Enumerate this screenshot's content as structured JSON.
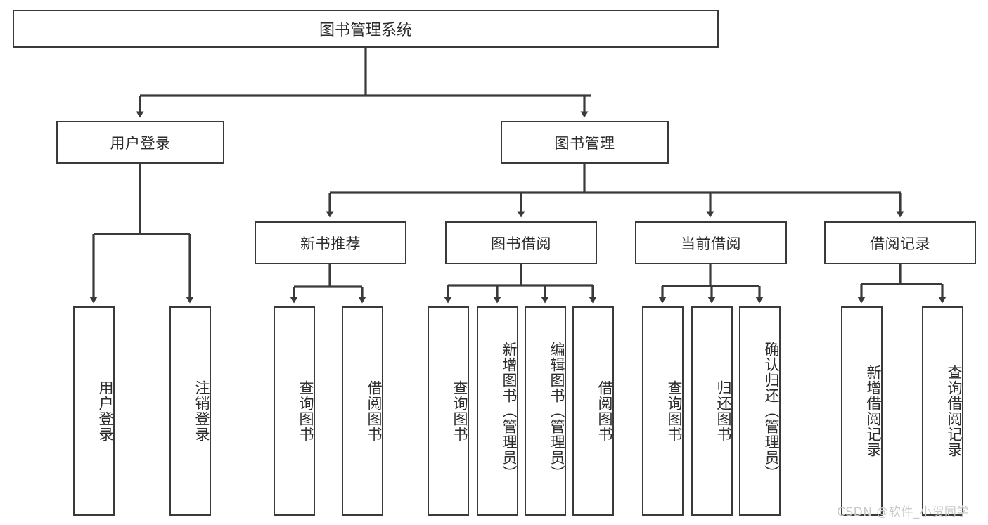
{
  "diagram": {
    "type": "hierarchy-tree",
    "title": "图书管理系统",
    "watermark": "CSDN @软件_小贺同学",
    "colors": {
      "stroke": "#3a3a3a",
      "fill": "#ffffff",
      "text": "#2b2b2b",
      "watermark": "#c9c9c9"
    },
    "levels": {
      "root": "图书管理系统",
      "level2": [
        "用户登录",
        "图书管理"
      ],
      "level3": [
        "新书推荐",
        "图书借阅",
        "当前借阅",
        "借阅记录"
      ]
    },
    "nodes": {
      "root": {
        "label": "图书管理系统"
      },
      "user_login": {
        "label": "用户登录"
      },
      "book_manage": {
        "label": "图书管理"
      },
      "new_book_rec": {
        "label": "新书推荐"
      },
      "book_borrow": {
        "label": "图书借阅"
      },
      "current_borrow": {
        "label": "当前借阅"
      },
      "borrow_record": {
        "label": "借阅记录"
      },
      "leaf_user_login": {
        "label": "用户登录"
      },
      "leaf_user_logout": {
        "label": "注销登录"
      },
      "leaf_rec_query": {
        "label": "查询图书"
      },
      "leaf_rec_borrow": {
        "label": "借阅图书"
      },
      "leaf_borrow_query": {
        "label": "查询图书"
      },
      "leaf_borrow_add": {
        "label": "新增图书（管理员）"
      },
      "leaf_borrow_edit": {
        "label": "编辑图书（管理员）"
      },
      "leaf_borrow_take": {
        "label": "借阅图书"
      },
      "leaf_cur_query": {
        "label": "查询图书"
      },
      "leaf_cur_return": {
        "label": "归还图书"
      },
      "leaf_cur_confirm": {
        "label": "确认归还（管理员）"
      },
      "leaf_rec_add": {
        "label": "新增借阅记录"
      },
      "leaf_rec_search": {
        "label": "查询借阅记录"
      }
    },
    "edges": [
      {
        "from": "root",
        "to": "user_login"
      },
      {
        "from": "root",
        "to": "book_manage"
      },
      {
        "from": "user_login",
        "to": "leaf_user_login"
      },
      {
        "from": "user_login",
        "to": "leaf_user_logout"
      },
      {
        "from": "book_manage",
        "to": "new_book_rec"
      },
      {
        "from": "book_manage",
        "to": "book_borrow"
      },
      {
        "from": "book_manage",
        "to": "current_borrow"
      },
      {
        "from": "book_manage",
        "to": "borrow_record"
      },
      {
        "from": "new_book_rec",
        "to": "leaf_rec_query"
      },
      {
        "from": "new_book_rec",
        "to": "leaf_rec_borrow"
      },
      {
        "from": "book_borrow",
        "to": "leaf_borrow_query"
      },
      {
        "from": "book_borrow",
        "to": "leaf_borrow_add"
      },
      {
        "from": "book_borrow",
        "to": "leaf_borrow_edit"
      },
      {
        "from": "book_borrow",
        "to": "leaf_borrow_take"
      },
      {
        "from": "current_borrow",
        "to": "leaf_cur_query"
      },
      {
        "from": "current_borrow",
        "to": "leaf_cur_return"
      },
      {
        "from": "current_borrow",
        "to": "leaf_cur_confirm"
      },
      {
        "from": "borrow_record",
        "to": "leaf_rec_add"
      },
      {
        "from": "borrow_record",
        "to": "leaf_rec_search"
      }
    ]
  }
}
